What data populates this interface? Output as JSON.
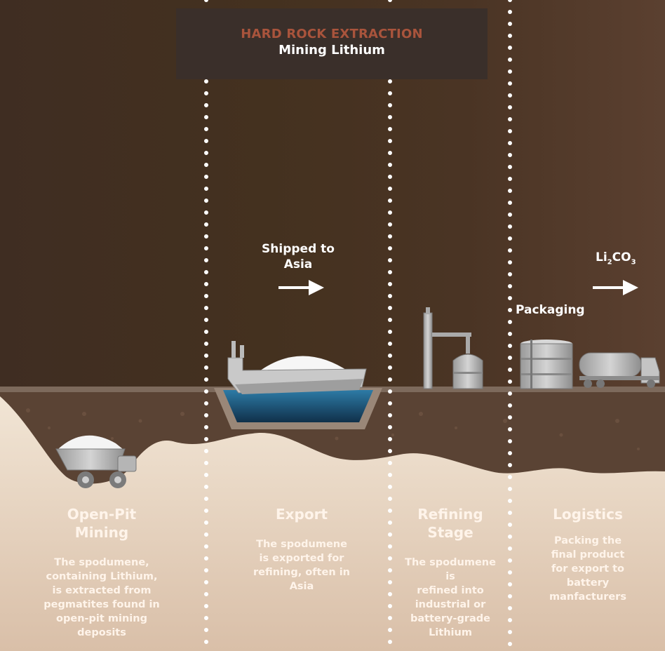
{
  "header": {
    "title": "HARD ROCK EXTRACTION",
    "subtitle": "Mining Lithium"
  },
  "flow_labels": {
    "shipped": "Shipped to\nAsia",
    "packaging": "Packaging",
    "product_prefix": "Li",
    "product_sub1": "2",
    "product_mid": "CO",
    "product_sub2": "3"
  },
  "stages": [
    {
      "title": "Open-Pit\nMining",
      "description": "The spodumene,\ncontaining Lithium,\nis extracted from\npegmatites found in\nopen-pit mining\ndeposits"
    },
    {
      "title": "Export",
      "description": "The spodumene\nis exported for\nrefining, often in\nAsia"
    },
    {
      "title": "Refining\nStage",
      "description": "The spodumene\nis\nrefined into\nindustrial or\nbattery-grade\nLithium"
    },
    {
      "title": "Logistics",
      "description": "Packing the\nfinal product\nfor export to\nbattery\nmanfacturers"
    }
  ],
  "colors": {
    "title_accent": "#a9543c",
    "sky_brown": "#44311f",
    "soil": "#5c4434",
    "sand": "#e9d9c6",
    "water": "#1f5a80"
  },
  "icons": [
    "mining-truck-icon",
    "cargo-ship-icon",
    "refinery-icon",
    "storage-tank-icon",
    "tanker-truck-icon",
    "arrow-right-icon"
  ]
}
